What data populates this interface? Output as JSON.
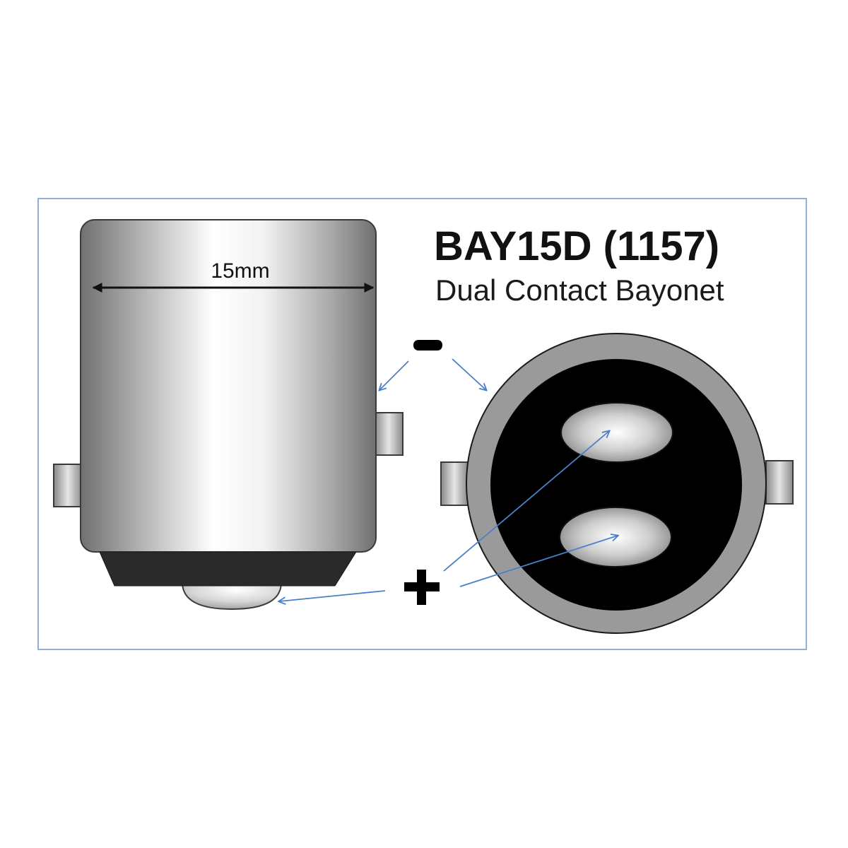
{
  "title": "BAY15D (1157)",
  "subtitle": "Dual Contact Bayonet",
  "dimension_label": "15mm",
  "polarity": {
    "negative": "-",
    "positive": "+"
  },
  "colors": {
    "frame": "#8fb0d8",
    "arrow": "#4a80c8",
    "metal_light": "#ffffff",
    "metal_dark": "#707070",
    "insulator": "#2a2a2a",
    "contact_face": "#000000",
    "outline": "#3a3a3a"
  }
}
